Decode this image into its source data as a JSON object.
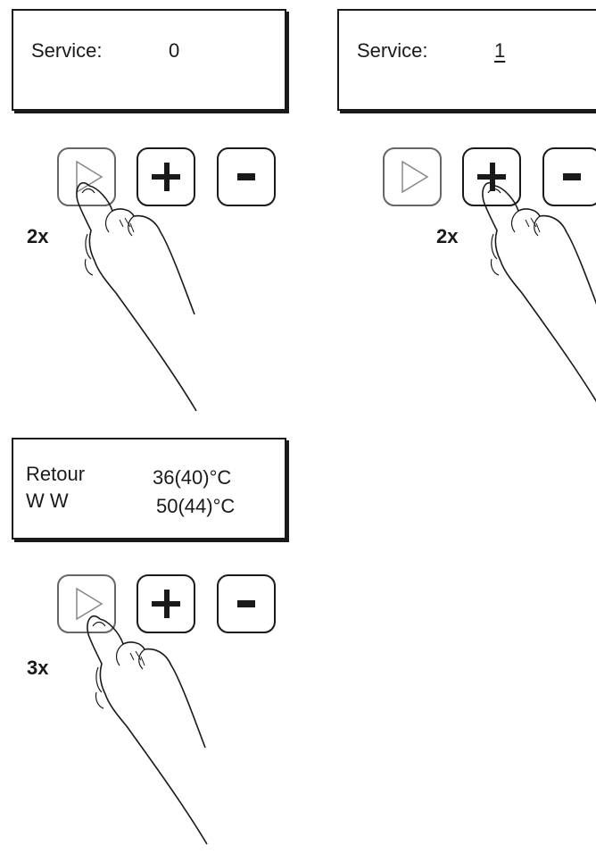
{
  "panels": [
    {
      "lcd": {
        "line1_label": "Service:",
        "line1_value": "0"
      },
      "buttons": {
        "next_icon": "play-triangle-icon",
        "plus_label": "+",
        "minus_label": "-"
      },
      "press": {
        "count": "2x",
        "target": "next-button"
      }
    },
    {
      "lcd": {
        "line1_label": "Service:",
        "line1_value": "1"
      },
      "buttons": {
        "next_icon": "play-triangle-icon",
        "plus_label": "+",
        "minus_label": "-"
      },
      "press": {
        "count": "2x",
        "target": "plus-button"
      }
    },
    {
      "lcd": {
        "line1_label": "Retour",
        "line1_value": "36(40)°C",
        "line2_label": "W W",
        "line2_value": "50(44)°C"
      },
      "buttons": {
        "next_icon": "play-triangle-icon",
        "plus_label": "+",
        "minus_label": "-"
      },
      "press": {
        "count": "3x",
        "target": "next-button"
      }
    }
  ]
}
